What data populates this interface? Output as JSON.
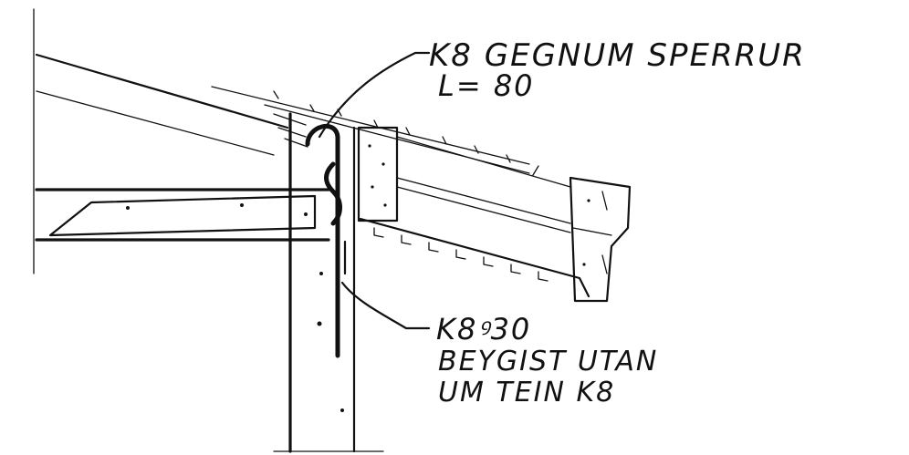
{
  "annotations": {
    "top_line1": "K8 GEGNUM SPERRUR",
    "top_line2": "L= 80",
    "bottom_line1": "K8ꝰ30",
    "bottom_line2": "BEYGIST UTAN",
    "bottom_line3": "UM TEIN K8"
  },
  "colors": {
    "ink": "#111111",
    "paper": "#ffffff"
  }
}
